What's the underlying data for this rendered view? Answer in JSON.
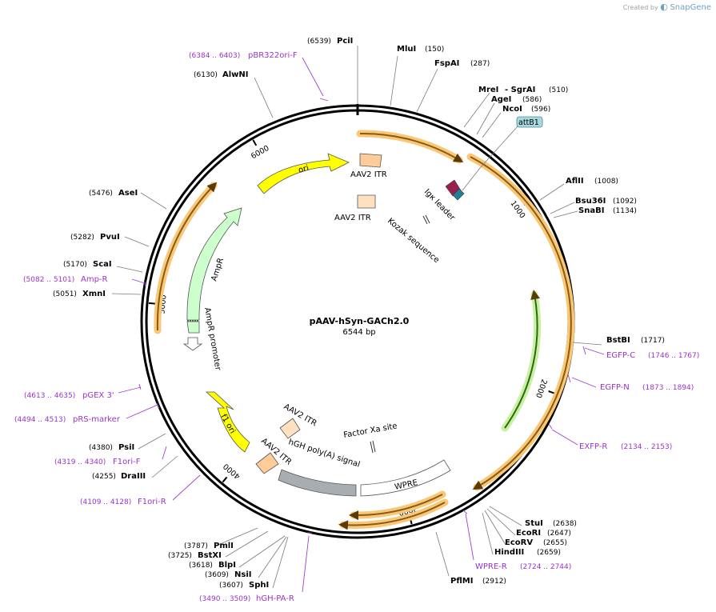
{
  "credit": {
    "label": "Created by",
    "brand": "SnapGene"
  },
  "plasmid": {
    "name": "pAAV-hSyn-GACh2.0",
    "length": "6544 bp"
  },
  "ticks": [
    "1000",
    "2000",
    "3000",
    "4000",
    "5000",
    "6000"
  ],
  "sites": [
    {
      "name": "PciI",
      "pos": "(6539)"
    },
    {
      "name": "MluI",
      "pos": "(150)"
    },
    {
      "name": "FspAI",
      "pos": "(287)"
    },
    {
      "name": "MreI",
      "pos": "- SgrAI"
    },
    {
      "name": "AgeI",
      "pos": "(586)"
    },
    {
      "name": "NcoI",
      "pos": "(596)"
    },
    {
      "name": "AflII",
      "pos": "(1008)"
    },
    {
      "name": "Bsu36I",
      "pos": "(1092)"
    },
    {
      "name": "SnaBI",
      "pos": "(1134)"
    },
    {
      "name": "BstBI",
      "pos": "(1717)"
    },
    {
      "name": "StuI",
      "pos": "(2638)"
    },
    {
      "name": "EcoRI",
      "pos": "(2647)"
    },
    {
      "name": "EcoRV",
      "pos": "(2655)"
    },
    {
      "name": "HindIII",
      "pos": "(2659)"
    },
    {
      "name": "PflMI",
      "pos": "(2912)"
    },
    {
      "name": "SphI",
      "pos": "(3607)"
    },
    {
      "name": "NsiI",
      "pos": "(3609)"
    },
    {
      "name": "BlpI",
      "pos": "(3618)"
    },
    {
      "name": "BstXI",
      "pos": "(3725)"
    },
    {
      "name": "PmlI",
      "pos": "(3787)"
    },
    {
      "name": "DraIII",
      "pos": "(4255)"
    },
    {
      "name": "PsiI",
      "pos": "(4380)"
    },
    {
      "name": "XmnI",
      "pos": "(5051)"
    },
    {
      "name": "ScaI",
      "pos": "(5170)"
    },
    {
      "name": "PvuI",
      "pos": "(5282)"
    },
    {
      "name": "AseI",
      "pos": "(5476)"
    },
    {
      "name": "AlwNI",
      "pos": "(6130)"
    }
  ],
  "sgrai_pos": "(510)",
  "primers": [
    {
      "name": "pBR322ori-F",
      "range": "(6384 .. 6403)"
    },
    {
      "name": "EGFP-C",
      "range": "(1746 .. 1767)"
    },
    {
      "name": "EGFP-N",
      "range": "(1873 .. 1894)"
    },
    {
      "name": "EXFP-R",
      "range": "(2134 .. 2153)"
    },
    {
      "name": "WPRE-R",
      "range": "(2724 .. 2744)"
    },
    {
      "name": "hGH-PA-R",
      "range": "(3490 .. 3509)"
    },
    {
      "name": "F1ori-R",
      "range": "(4109 .. 4128)"
    },
    {
      "name": "F1ori-F",
      "range": "(4319 .. 4340)"
    },
    {
      "name": "pRS-marker",
      "range": "(4494 .. 4513)"
    },
    {
      "name": "pGEX 3'",
      "range": "(4613 .. 4635)"
    },
    {
      "name": "Amp-R",
      "range": "(5082 .. 5101)"
    }
  ],
  "features": [
    {
      "name": "ori"
    },
    {
      "name": "AAV2 ITR"
    },
    {
      "name": "AAV2 ITR"
    },
    {
      "name": "Igκ leader"
    },
    {
      "name": "Kozak sequence"
    },
    {
      "name": "AmpR"
    },
    {
      "name": "AmpR promoter"
    },
    {
      "name": "f1 ori"
    },
    {
      "name": "AAV2 ITR"
    },
    {
      "name": "AAV2 ITR"
    },
    {
      "name": "hGH poly(A) signal"
    },
    {
      "name": "Factor Xa site"
    },
    {
      "name": "WPRE"
    },
    {
      "name": "attB1"
    }
  ],
  "colors": {
    "ori": "#ffff00",
    "ampr": "#ccffcc",
    "itr": "#ffcc99",
    "itr_light": "#ffe0c0",
    "orf_glow": "#f8c878",
    "orf_core": "#8a5a10",
    "egfp_glow": "#c8f0a0",
    "egfp_core": "#2a6a10",
    "primer": "#a040d0",
    "polya": "#a8adb2",
    "attb1": "#a8d8e0"
  }
}
